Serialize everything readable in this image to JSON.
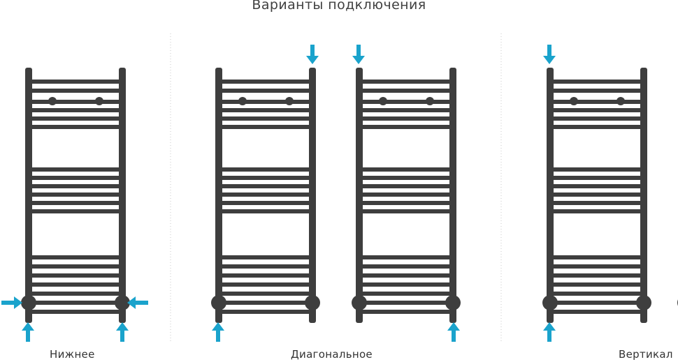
{
  "title": "Варианты подключения",
  "captions": {
    "bottom": "Нижнее",
    "diagonal": "Диагональное",
    "vertical": "Вертикал"
  },
  "colors": {
    "rail": "#3e3e3e",
    "arrow": "#1aa3cc",
    "divider": "#c9c9c9",
    "text": "#333333"
  },
  "icons": {
    "inflow": "arrow-icon"
  }
}
